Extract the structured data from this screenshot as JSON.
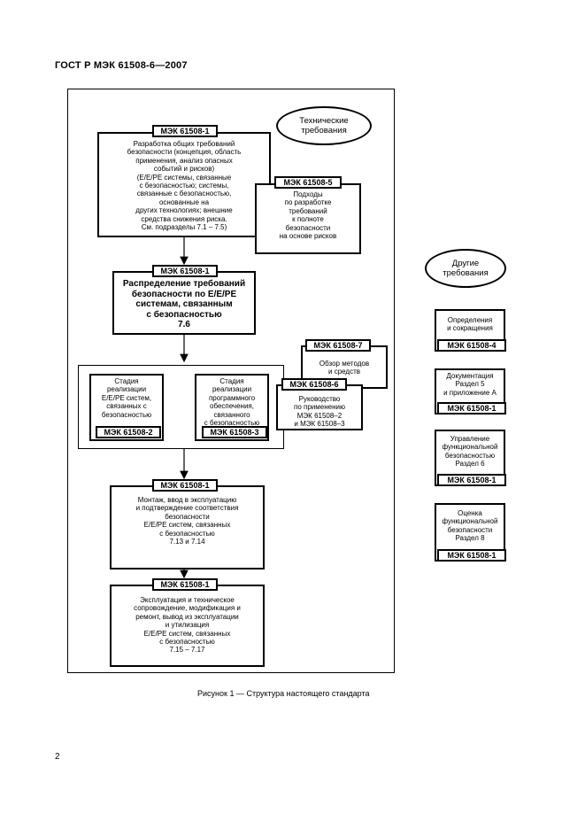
{
  "header": "ГОСТ Р МЭК 61508-6—2007",
  "page_number": "2",
  "caption": "Рисунок 1 — Структура настоящего стандарта",
  "ellipse_tech": "Технические\nтребования",
  "ellipse_other": "Другие\nтребования",
  "box1": {
    "tag": "МЭК 61508-1",
    "text": "Разработка общих требований\nбезопасности (концепция, область\nприменения, анализ опасных\nсобытий и рисков)\n(Е/Е/РЕ системы, связанные\nс безопасностью; системы,\nсвязанные с безопасностью,\nоснованные на\nдругих технологиях; внешние\nсредства снижения риска.\nСм. подразделы 7.1 – 7.5)"
  },
  "box5": {
    "tag": "МЭК 61508-5",
    "text": "Подходы\nпо разработке\nтребований\nк полноте\nбезопасности\nна основе рисков"
  },
  "box2": {
    "tag": "МЭК 61508-1",
    "text": "Распределение требований\nбезопасности по Е/Е/РЕ\nсистемам, связанным\nс безопасностью\n7.6"
  },
  "box7": {
    "tag": "МЭК 61508-7",
    "text": "Обзор методов\nи средств"
  },
  "box6": {
    "tag": "МЭК 61508-6",
    "text": "Руководство\nпо применению\nМЭК 61508–2\nи МЭК 61508–3"
  },
  "stage_hw": {
    "tag": "МЭК 61508-2",
    "text": "Стадия\nреализации\nЕ/Е/РЕ систем,\nсвязанных с\nбезопасностью"
  },
  "stage_sw": {
    "tag": "МЭК 61508-3",
    "text": "Стадия\nреализации\nпрограммного\nобеспечения,\nсвязанного\nс безопасностью"
  },
  "box_install": {
    "tag": "МЭК 61508-1",
    "text": "Монтаж, ввод в эксплуатацию\nи подтверждение соответствия\nбезопасности\nЕ/Е/РЕ систем, связанных\nс безопасностью\n7.13 и 7.14"
  },
  "box_operate": {
    "tag": "МЭК 61508-1",
    "text": "Эксплуатация и техническое\nсопровождение, модификация и\nремонт, вывод из эксплуатации\nи утилизация\nЕ/Е/РЕ систем, связанных\nс безопасностью\n7.15 – 7.17"
  },
  "side_boxes": [
    {
      "text": "Определения\nи сокращения",
      "tag": "МЭК 61508-4"
    },
    {
      "text": "Документация\nРаздел 5\nи приложение А",
      "tag": "МЭК 61508-1"
    },
    {
      "text": "Управление\nфункциональной\nбезопасностью\nРаздел 6",
      "tag": "МЭК 61508-1"
    },
    {
      "text": "Оценка\nфункциональной\nбезопасности\nРаздел 8",
      "tag": "МЭК 61508-1"
    }
  ]
}
